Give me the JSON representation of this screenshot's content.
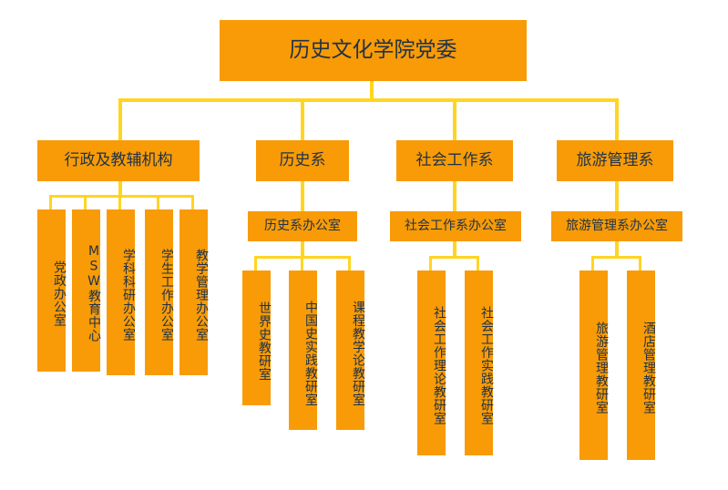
{
  "chart_data": {
    "type": "diagram",
    "diagram_type": "organizational-chart",
    "title": "历史文化学院党委",
    "orientation": "top-down",
    "colors": {
      "node_fill": "#F89B06",
      "connector": "#FFD520",
      "text": "#1F3248",
      "background": "#FFFFFF"
    },
    "nodes": [
      {
        "id": "root",
        "label": "历史文化学院党委",
        "level": 1,
        "text_direction": "horizontal",
        "children": [
          "admin",
          "history",
          "socialwork",
          "tourism"
        ]
      },
      {
        "id": "admin",
        "label": "行政及教辅机构",
        "level": 2,
        "text_direction": "horizontal",
        "children": [
          "admin-1",
          "admin-2",
          "admin-3",
          "admin-4",
          "admin-5"
        ]
      },
      {
        "id": "history",
        "label": "历史系",
        "level": 2,
        "text_direction": "horizontal",
        "children": [
          "history-office"
        ]
      },
      {
        "id": "socialwork",
        "label": "社会工作系",
        "level": 2,
        "text_direction": "horizontal",
        "children": [
          "socialwork-office"
        ]
      },
      {
        "id": "tourism",
        "label": "旅游管理系",
        "level": 2,
        "text_direction": "horizontal",
        "children": [
          "tourism-office"
        ]
      },
      {
        "id": "admin-1",
        "label": "党政办公室",
        "level": 3,
        "text_direction": "vertical",
        "parent": "admin"
      },
      {
        "id": "admin-2",
        "label": "MSW教育中心",
        "level": 3,
        "text_direction": "vertical",
        "parent": "admin"
      },
      {
        "id": "admin-3",
        "label": "学科科研办公室",
        "level": 3,
        "text_direction": "vertical",
        "parent": "admin"
      },
      {
        "id": "admin-4",
        "label": "学生工作办公室",
        "level": 3,
        "text_direction": "vertical",
        "parent": "admin"
      },
      {
        "id": "admin-5",
        "label": "教学管理办公室",
        "level": 3,
        "text_direction": "vertical",
        "parent": "admin"
      },
      {
        "id": "history-office",
        "label": "历史系办公室",
        "level": 3,
        "text_direction": "horizontal",
        "parent": "history",
        "children": [
          "history-1",
          "history-2",
          "history-3"
        ]
      },
      {
        "id": "socialwork-office",
        "label": "社会工作系办公室",
        "level": 3,
        "text_direction": "horizontal",
        "parent": "socialwork",
        "children": [
          "socialwork-1",
          "socialwork-2"
        ]
      },
      {
        "id": "tourism-office",
        "label": "旅游管理系办公室",
        "level": 3,
        "text_direction": "horizontal",
        "parent": "tourism",
        "children": [
          "tourism-1",
          "tourism-2"
        ]
      },
      {
        "id": "history-1",
        "label": "世界史教研室",
        "level": 4,
        "text_direction": "vertical",
        "parent": "history-office"
      },
      {
        "id": "history-2",
        "label": "中国史实践教研室",
        "level": 4,
        "text_direction": "vertical",
        "parent": "history-office"
      },
      {
        "id": "history-3",
        "label": "课程教学论教研室",
        "level": 4,
        "text_direction": "vertical",
        "parent": "history-office"
      },
      {
        "id": "socialwork-1",
        "label": "社会工作理论教研室",
        "level": 4,
        "text_direction": "vertical",
        "parent": "socialwork-office"
      },
      {
        "id": "socialwork-2",
        "label": "社会工作实践教研室",
        "level": 4,
        "text_direction": "vertical",
        "parent": "socialwork-office"
      },
      {
        "id": "tourism-1",
        "label": "旅游管理教研室",
        "level": 4,
        "text_direction": "vertical",
        "parent": "tourism-office"
      },
      {
        "id": "tourism-2",
        "label": "酒店管理教研室",
        "level": 4,
        "text_direction": "vertical",
        "parent": "tourism-office"
      }
    ]
  },
  "nodes": {
    "root": "历史文化学院党委",
    "admin": "行政及教辅机构",
    "history": "历史系",
    "socialwork": "社会工作系",
    "tourism": "旅游管理系",
    "admin_1": "党政办公室",
    "admin_2": "MSW教育中心",
    "admin_3": "学科科研办公室",
    "admin_4": "学生工作办公室",
    "admin_5": "教学管理办公室",
    "history_office": "历史系办公室",
    "socialwork_office": "社会工作系办公室",
    "tourism_office": "旅游管理系办公室",
    "history_1": "世界史教研室",
    "history_2": "中国史实践教研室",
    "history_3": "课程教学论教研室",
    "socialwork_1": "社会工作理论教研室",
    "socialwork_2": "社会工作实践教研室",
    "tourism_1": "旅游管理教研室",
    "tourism_2": "酒店管理教研室"
  }
}
